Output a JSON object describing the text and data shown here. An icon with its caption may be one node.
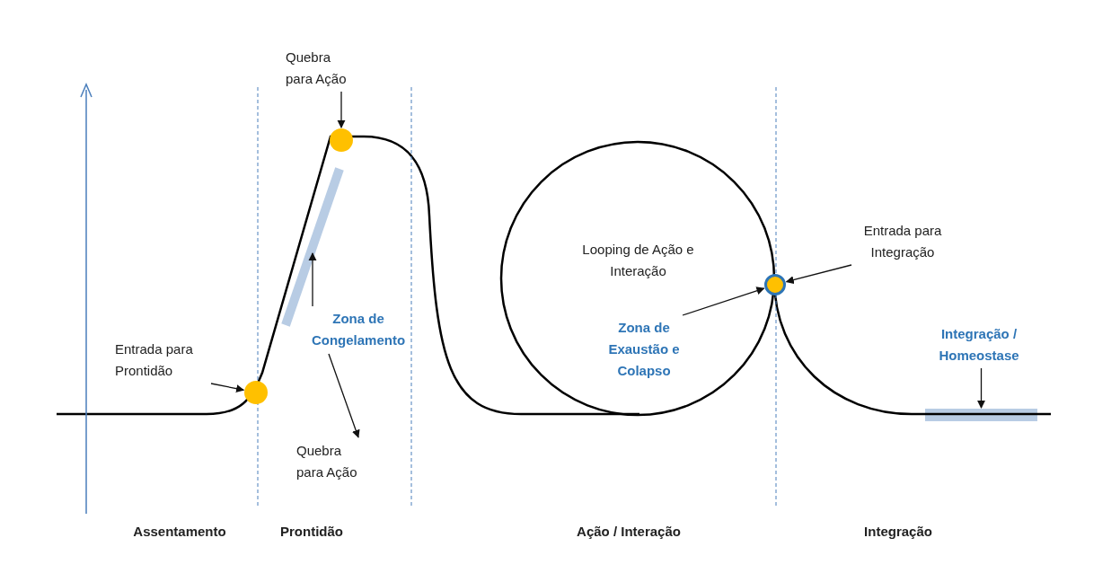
{
  "diagram": {
    "nodes": [
      {
        "text": [
          "Entrada para Prontidão"
        ]
      },
      {
        "text": [],
        "shape": "circle"
      },
      {
        "text": [
          "Quebra para Ação"
        ]
      },
      {
        "text": [],
        "shape": "circle"
      },
      {
        "text": [
          "Zona de Congelamento"
        ]
      },
      {
        "text": [],
        "shape": "bar"
      },
      {
        "text": [
          "Quebra para Ação"
        ]
      },
      {
        "text": [
          "Entrada para Integração"
        ]
      },
      {
        "text": [],
        "shape": "circle"
      },
      {
        "text": [
          "Zona de Exaustão e Colapso"
        ]
      },
      {
        "text": [
          "Integração / Homeostase"
        ]
      },
      {
        "text": [],
        "shape": "bar"
      }
    ],
    "edges": [
      {
        "from": 0,
        "to": 1,
        "arrow": "to"
      },
      {
        "from": 2,
        "to": 3,
        "arrow": "to"
      },
      {
        "from": 4,
        "to": 5,
        "arrow": "to"
      },
      {
        "from": 4,
        "to": 6,
        "arrow": "to"
      },
      {
        "from": 7,
        "to": 8,
        "arrow": "to"
      },
      {
        "from": 9,
        "to": 8,
        "arrow": "to"
      },
      {
        "from": 10,
        "to": 11,
        "arrow": "to"
      }
    ],
    "labels": [
      "Looping de Ação e Interação",
      "Assentamento",
      "Prontidão",
      "Ação / Interação",
      "Integração"
    ]
  }
}
